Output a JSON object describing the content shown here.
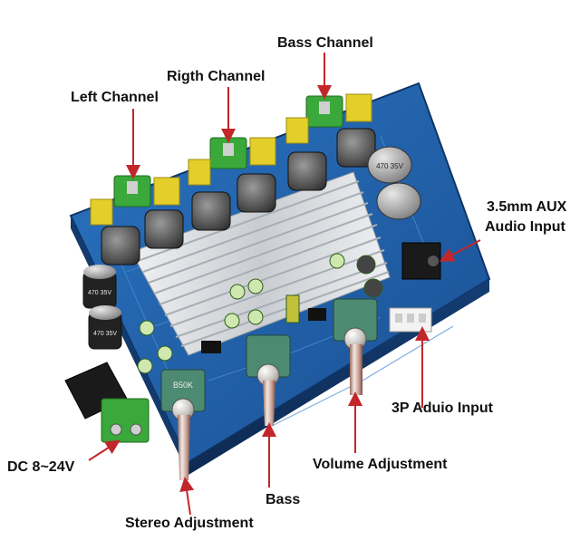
{
  "labels": {
    "bass_channel": "Bass Channel",
    "right_channel": "Rigth Channel",
    "left_channel": "Left Channel",
    "aux_input_line1": "3.5mm AUX",
    "aux_input_line2": "Audio Input",
    "three_pin_input": "3P Aduio Input",
    "dc_power": "DC 8~24V",
    "volume_adjustment": "Volume Adjustment",
    "bass": "Bass",
    "stereo_adjustment": "Stereo Adjustment"
  },
  "board_markings": {
    "cap_top_1": "470 35V",
    "cap_left_1": "470 35V",
    "cap_left_2": "470 35V",
    "pot_left": "B50K"
  },
  "colors": {
    "pcb_blue": "#1f5fa8",
    "terminal_green": "#3aa83a",
    "terminal_yellow": "#e4cf2a",
    "heatsink_silver": "#d6d9dc",
    "arrow_red": "#c2262a"
  }
}
